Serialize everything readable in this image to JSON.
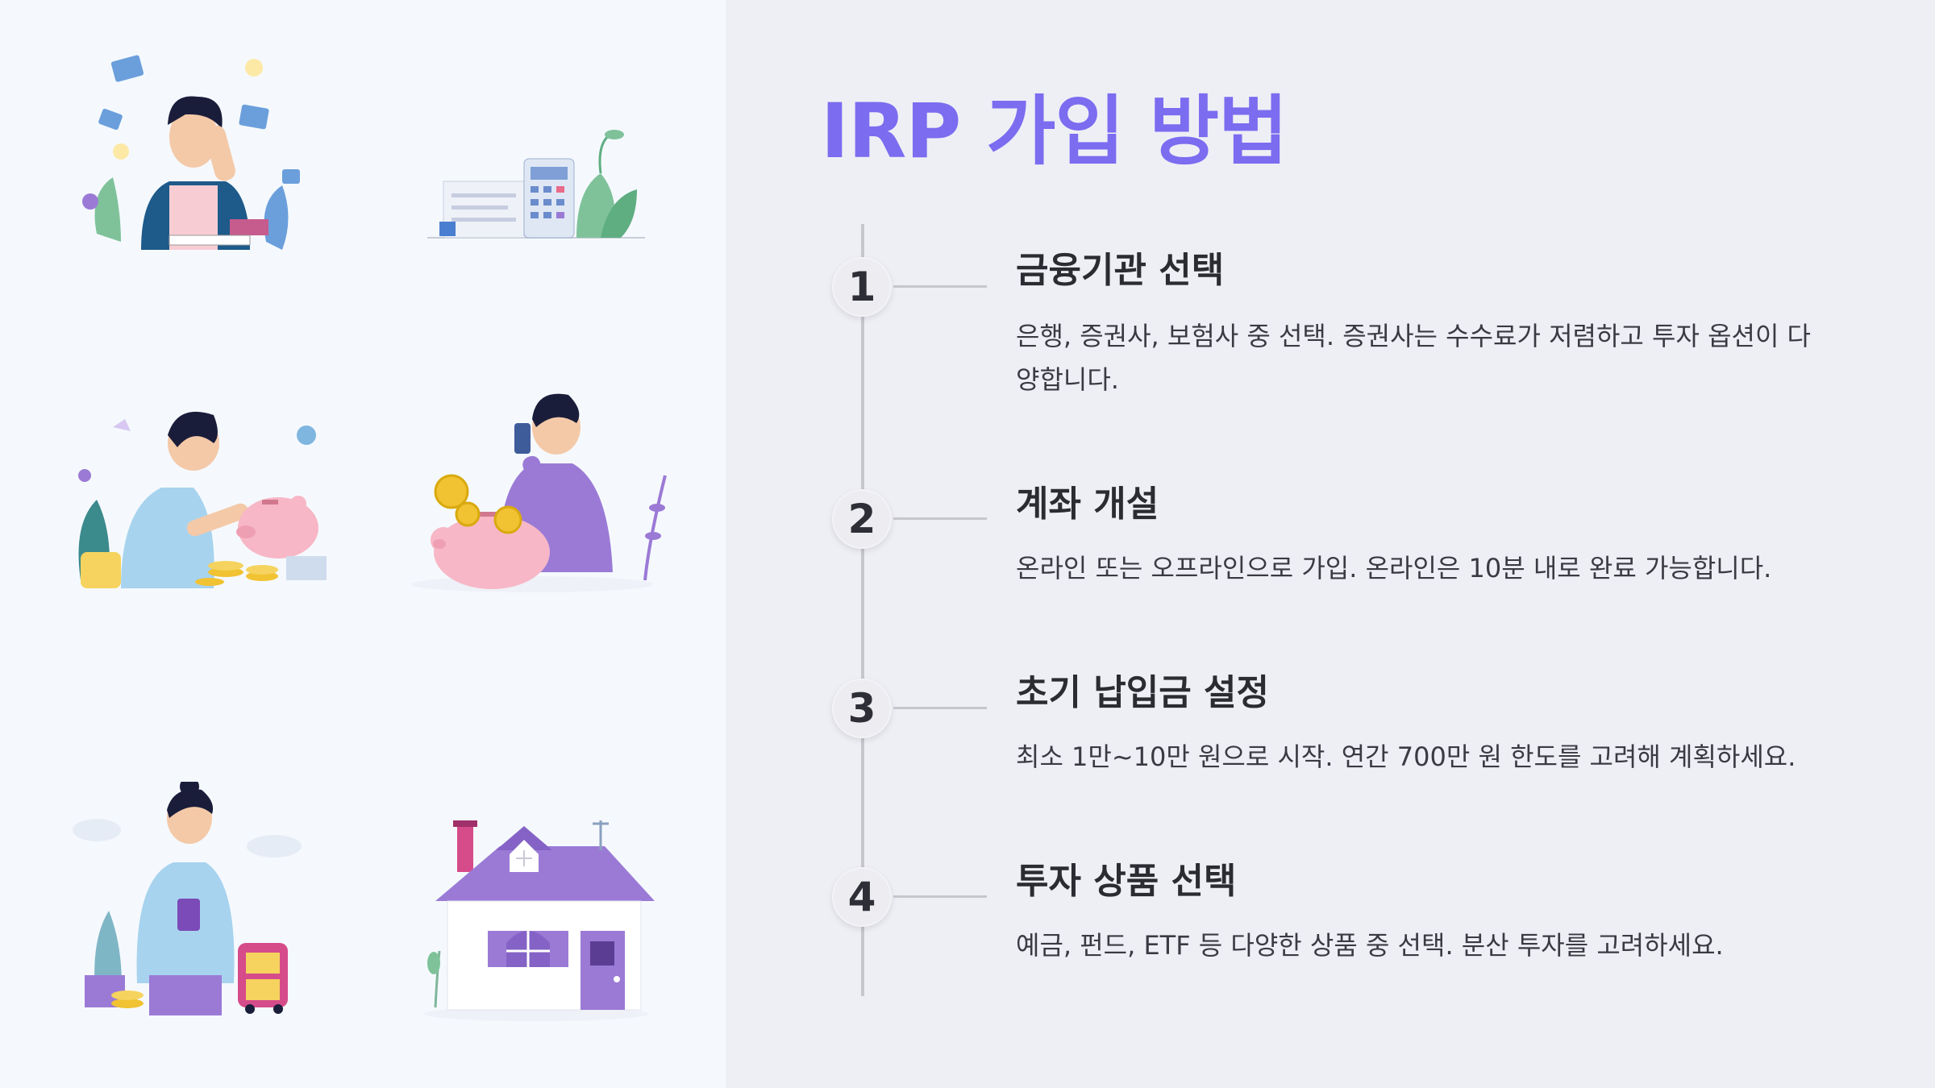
{
  "title": "IRP 가입 방법",
  "steps": [
    {
      "number": "1",
      "title": "금융기관 선택",
      "description": "은행, 증권사, 보험사 중 선택. 증권사는 수수료가 저렴하고 투자 옵션이 다양합니다."
    },
    {
      "number": "2",
      "title": "계좌 개설",
      "description": "온라인 또는 오프라인으로 가입. 온라인은 10분 내로 완료 가능합니다."
    },
    {
      "number": "3",
      "title": "초기 납입금 설정",
      "description": "최소 1만~10만 원으로 시작. 연간 700만 원 한도를 고려해 계획하세요."
    },
    {
      "number": "4",
      "title": "투자 상품 선택",
      "description": "예금, 펀드, ETF 등 다양한 상품 중 선택. 분산 투자를 고려하세요."
    }
  ],
  "colors": {
    "accent": "#7b6cf0",
    "left_panel": "#f5f9fd",
    "right_panel": "#eeeff5",
    "timeline": "#c6c7cd"
  },
  "illustrations": [
    "stressed-person-illustration",
    "calculator-documents-illustration",
    "woman-piggy-bank-illustration",
    "man-phone-piggy-bank-illustration",
    "woman-phone-savings-illustration",
    "purple-house-illustration"
  ]
}
